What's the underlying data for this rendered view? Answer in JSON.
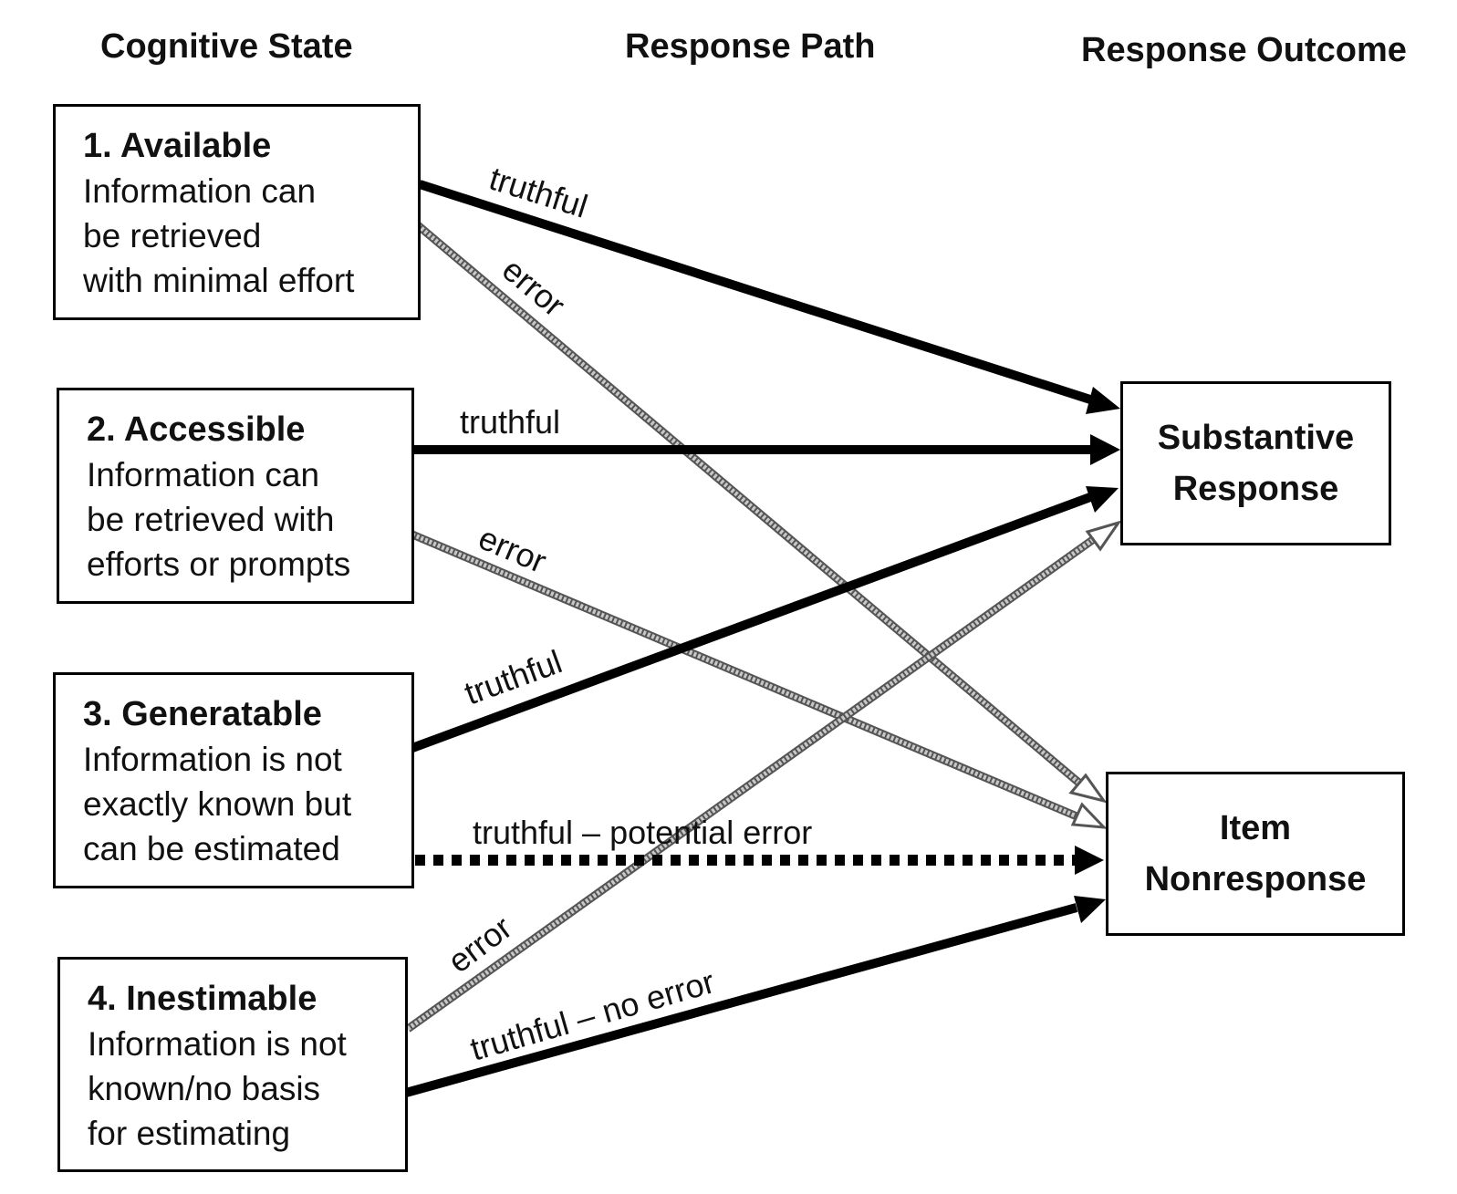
{
  "columns": {
    "state": "Cognitive State",
    "path": "Response Path",
    "outcome": "Response Outcome"
  },
  "states": [
    {
      "title": "1. Available",
      "lines": [
        "Information can",
        "be retrieved",
        "with minimal effort"
      ]
    },
    {
      "title": "2. Accessible",
      "lines": [
        "Information can",
        "be retrieved with",
        "efforts or prompts"
      ]
    },
    {
      "title": "3. Generatable",
      "lines": [
        "Information is not",
        "exactly known but",
        "can be estimated"
      ]
    },
    {
      "title": "4. Inestimable",
      "lines": [
        "Information is not",
        "known/no basis",
        "for estimating"
      ]
    }
  ],
  "outcomes": [
    {
      "lines": [
        "Substantive",
        "Response"
      ]
    },
    {
      "lines": [
        "Item",
        "Nonresponse"
      ]
    }
  ],
  "edges": [
    {
      "from": "1. Available",
      "to": "Substantive Response",
      "label": "truthful",
      "style": "solid"
    },
    {
      "from": "1. Available",
      "to": "Item Nonresponse",
      "label": "error",
      "style": "hatched-gray"
    },
    {
      "from": "2. Accessible",
      "to": "Substantive Response",
      "label": "truthful",
      "style": "solid"
    },
    {
      "from": "2. Accessible",
      "to": "Item Nonresponse",
      "label": "error",
      "style": "hatched-gray"
    },
    {
      "from": "3. Generatable",
      "to": "Substantive Response",
      "label": "truthful",
      "style": "solid"
    },
    {
      "from": "3. Generatable",
      "to": "Item Nonresponse",
      "label": "truthful – potential error",
      "style": "dotted"
    },
    {
      "from": "4. Inestimable",
      "to": "Substantive Response",
      "label": "error",
      "style": "hatched-gray"
    },
    {
      "from": "4. Inestimable",
      "to": "Item Nonresponse",
      "label": "truthful – no error",
      "style": "solid"
    }
  ],
  "colors": {
    "solid": "#000000",
    "gray": "#8a8a8a"
  }
}
